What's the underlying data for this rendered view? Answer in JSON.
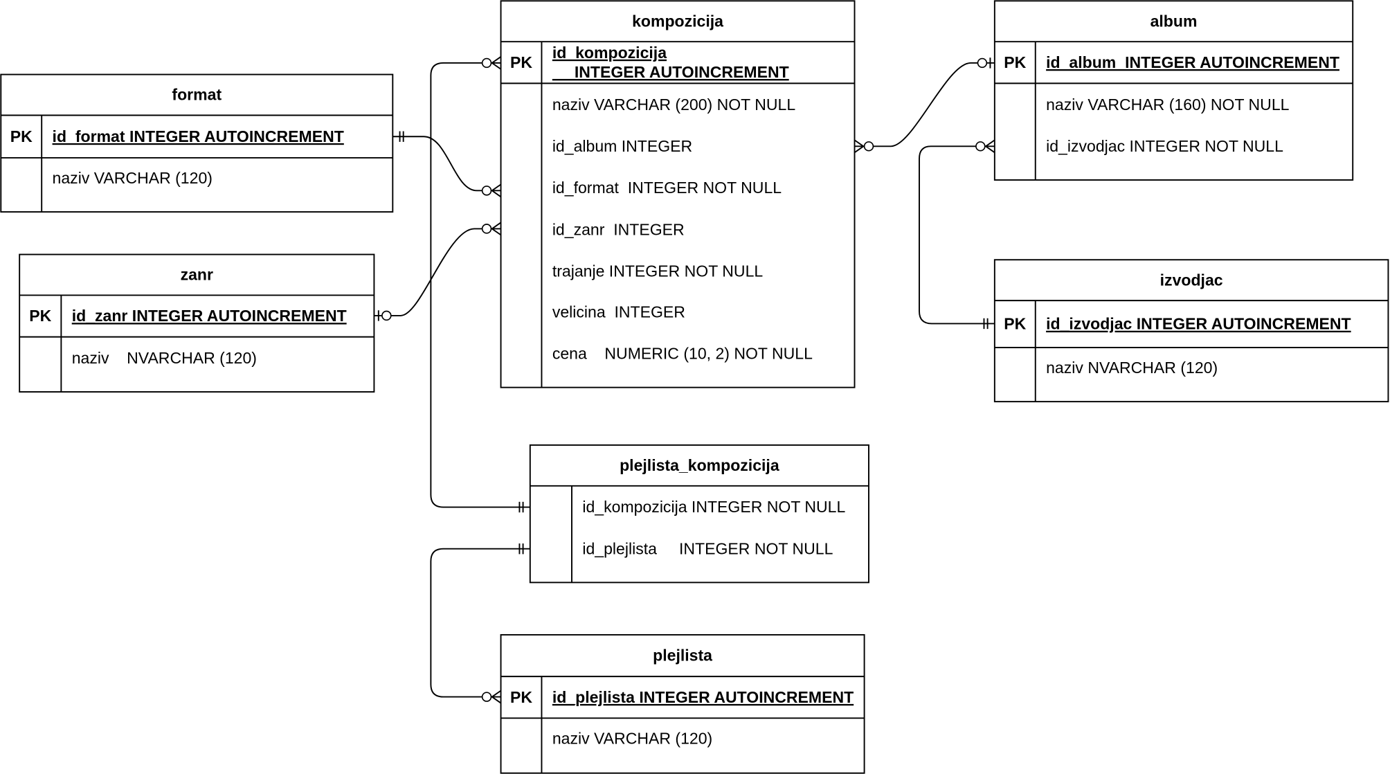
{
  "tables": [
    {
      "id": "format",
      "title": "format",
      "pk_label": "PK",
      "pk": [
        "id_format INTEGER AUTOINCREMENT"
      ],
      "fields": [
        "naziv VARCHAR (120)"
      ]
    },
    {
      "id": "zanr",
      "title": "zanr",
      "pk_label": "PK",
      "pk": [
        "id_zanr INTEGER AUTOINCREMENT"
      ],
      "fields": [
        "naziv    NVARCHAR (120)"
      ]
    },
    {
      "id": "kompozicija",
      "title": "kompozicija",
      "pk_label": "PK",
      "pk": [
        "id_kompozicija",
        "     INTEGER AUTOINCREMENT"
      ],
      "fields": [
        "naziv VARCHAR (200) NOT NULL",
        "id_album INTEGER",
        "id_format  INTEGER NOT NULL",
        "id_zanr  INTEGER",
        "trajanje INTEGER NOT NULL",
        "velicina  INTEGER",
        "cena    NUMERIC (10, 2) NOT NULL"
      ]
    },
    {
      "id": "album",
      "title": "album",
      "pk_label": "PK",
      "pk": [
        "id_album  INTEGER AUTOINCREMENT"
      ],
      "fields": [
        "naziv VARCHAR (160) NOT NULL",
        "id_izvodjac INTEGER NOT NULL"
      ]
    },
    {
      "id": "izvodjac",
      "title": "izvodjac",
      "pk_label": "PK",
      "pk": [
        "id_izvodjac INTEGER AUTOINCREMENT"
      ],
      "fields": [
        "naziv NVARCHAR (120)"
      ]
    },
    {
      "id": "plejlista_kompozicija",
      "title": "plejlista_kompozicija",
      "pk_label": "",
      "pk": [],
      "fields": [
        "id_kompozicija INTEGER NOT NULL",
        "id_plejlista     INTEGER NOT NULL"
      ]
    },
    {
      "id": "plejlista",
      "title": "plejlista",
      "pk_label": "PK",
      "pk": [
        "id_plejlista INTEGER AUTOINCREMENT"
      ],
      "fields": [
        "naziv VARCHAR (120)"
      ]
    }
  ],
  "relationships": [
    {
      "from": "format.id_format",
      "from_cardinality": "one-mandatory",
      "to": "kompozicija.id_format",
      "to_cardinality": "zero-or-many"
    },
    {
      "from": "zanr.id_zanr",
      "from_cardinality": "zero-or-one",
      "to": "kompozicija.id_zanr",
      "to_cardinality": "zero-or-many"
    },
    {
      "from": "plejlista_kompozicija.id_kompozicija",
      "from_cardinality": "one-mandatory",
      "to": "kompozicija.id_kompozicija",
      "to_cardinality": "zero-or-many"
    },
    {
      "from": "plejlista_kompozicija.id_plejlista",
      "from_cardinality": "one-mandatory",
      "to": "plejlista.id_plejlista",
      "to_cardinality": "zero-or-many"
    },
    {
      "from": "kompozicija.id_album",
      "from_cardinality": "zero-or-many",
      "to": "album.id_album",
      "to_cardinality": "zero-or-one"
    },
    {
      "from": "album.id_izvodjac",
      "from_cardinality": "zero-or-many",
      "to": "izvodjac.id_izvodjac",
      "to_cardinality": "one-mandatory"
    }
  ]
}
